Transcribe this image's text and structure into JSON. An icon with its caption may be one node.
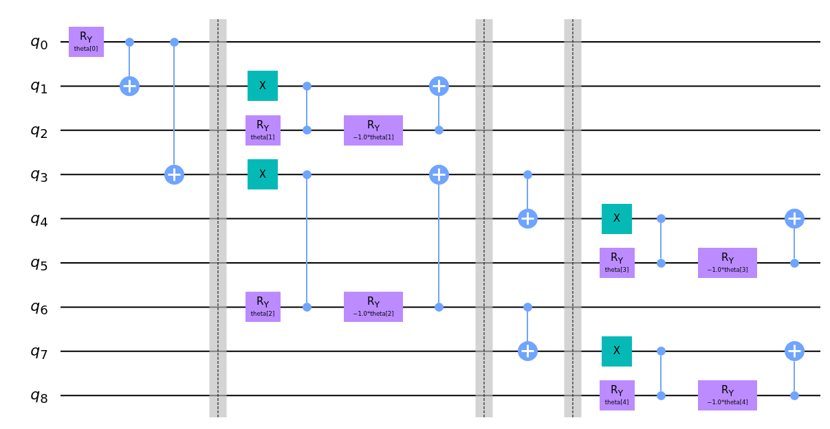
{
  "diagram": {
    "nodes": [
      {
        "text": [
          "*q*$_{0}$"
        ]
      },
      {
        "text": [
          "*q*$_{1}$"
        ]
      },
      {
        "text": [
          "*q*$_{2}$"
        ]
      },
      {
        "text": [
          "*q*$_{3}$"
        ]
      },
      {
        "text": [
          "*q*$_{4}$"
        ]
      },
      {
        "text": [
          "*q*$_{5}$"
        ]
      },
      {
        "text": [
          "*q*$_{6}$"
        ]
      },
      {
        "text": [
          "*q*$_{7}$"
        ]
      },
      {
        "text": [
          "*q*$_{8}$"
        ]
      },
      {
        "text": [
          "R$_{Y}$",
          "theta[0]"
        ]
      },
      {
        "text": [],
        "shape": "dot"
      },
      {
        "text": [],
        "shape": "circle"
      },
      {
        "text": [],
        "shape": "dot"
      },
      {
        "text": [],
        "shape": "circle"
      },
      {
        "text": [
          "X"
        ]
      },
      {
        "text": [
          "R$_{Y}$",
          "theta[1]"
        ]
      },
      {
        "text": [
          "X"
        ]
      },
      {
        "text": [
          "R$_{Y}$",
          "theta[2]"
        ]
      },
      {
        "text": [],
        "shape": "dot"
      },
      {
        "text": [],
        "shape": "dot"
      },
      {
        "text": [],
        "shape": "dot"
      },
      {
        "text": [],
        "shape": "dot"
      },
      {
        "text": [
          "R$_{Y}$",
          "−1.0*theta[1]"
        ]
      },
      {
        "text": [
          "R$_{Y}$",
          "−1.0*theta[2]"
        ]
      },
      {
        "text": [],
        "shape": "circle"
      },
      {
        "text": [],
        "shape": "dot"
      },
      {
        "text": [],
        "shape": "circle"
      },
      {
        "text": [],
        "shape": "dot"
      },
      {
        "text": [],
        "shape": "dot"
      },
      {
        "text": [],
        "shape": "circle"
      },
      {
        "text": [],
        "shape": "dot"
      },
      {
        "text": [],
        "shape": "circle"
      },
      {
        "text": [
          "X"
        ]
      },
      {
        "text": [
          "R$_{Y}$",
          "theta[3]"
        ]
      },
      {
        "text": [
          "X"
        ]
      },
      {
        "text": [
          "R$_{Y}$",
          "theta[4]"
        ]
      },
      {
        "text": [],
        "shape": "dot"
      },
      {
        "text": [],
        "shape": "dot"
      },
      {
        "text": [],
        "shape": "dot"
      },
      {
        "text": [],
        "shape": "dot"
      },
      {
        "text": [
          "R$_{Y}$",
          "−1.0*theta[3]"
        ]
      },
      {
        "text": [
          "R$_{Y}$",
          "−1.0*theta[4]"
        ]
      },
      {
        "text": [],
        "shape": "circle"
      },
      {
        "text": [],
        "shape": "dot"
      },
      {
        "text": [],
        "shape": "circle"
      },
      {
        "text": [],
        "shape": "dot"
      }
    ],
    "edges": [
      {
        "from": 10,
        "to": 11,
        "arrow": "none"
      },
      {
        "from": 12,
        "to": 13,
        "arrow": "none"
      },
      {
        "from": 18,
        "to": 19,
        "arrow": "none"
      },
      {
        "from": 20,
        "to": 21,
        "arrow": "none"
      },
      {
        "from": 25,
        "to": 24,
        "arrow": "none"
      },
      {
        "from": 27,
        "to": 26,
        "arrow": "none"
      },
      {
        "from": 28,
        "to": 29,
        "arrow": "none"
      },
      {
        "from": 30,
        "to": 31,
        "arrow": "none"
      },
      {
        "from": 36,
        "to": 37,
        "arrow": "none"
      },
      {
        "from": 38,
        "to": 39,
        "arrow": "none"
      },
      {
        "from": 43,
        "to": 42,
        "arrow": "none"
      },
      {
        "from": 45,
        "to": 44,
        "arrow": "none"
      }
    ]
  }
}
